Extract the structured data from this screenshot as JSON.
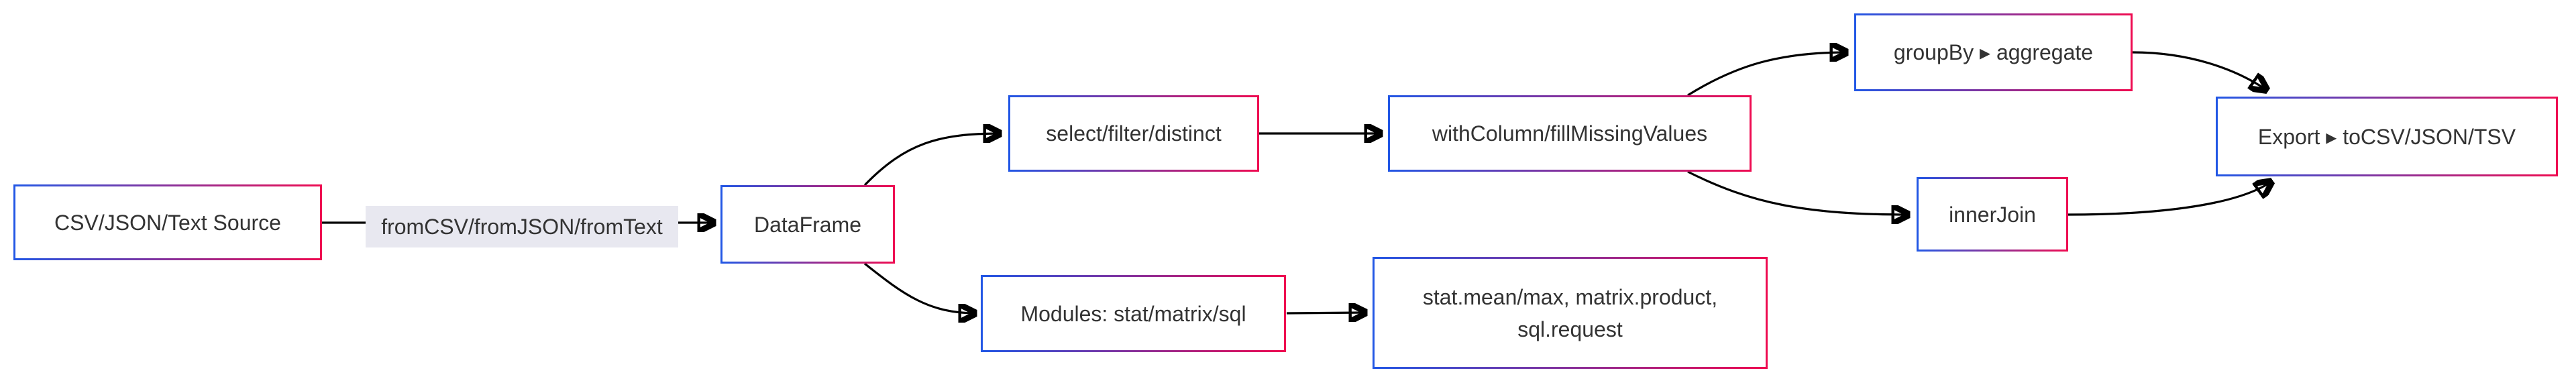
{
  "diagram": {
    "type": "flowchart-left-to-right",
    "background": "#ffffff",
    "node_style": {
      "fill": "#ffffff",
      "border_gradient_start": "#2257e5",
      "border_gradient_end": "#ee0b51",
      "text_color": "#333333"
    },
    "edge_style": {
      "line_color": "#000000",
      "arrowhead_color": "#000000",
      "label_background": "#e8e8f0"
    },
    "nodes": [
      {
        "id": "source",
        "label": "CSV/JSON/Text Source"
      },
      {
        "id": "dataframe",
        "label": "DataFrame"
      },
      {
        "id": "select",
        "label": "select/filter/distinct"
      },
      {
        "id": "withcolumn",
        "label": "withColumn/fillMissingValues"
      },
      {
        "id": "groupby",
        "label": "groupBy ▸ aggregate"
      },
      {
        "id": "innerjoin",
        "label": "innerJoin"
      },
      {
        "id": "export",
        "label": "Export ▸ toCSV/JSON/TSV"
      },
      {
        "id": "modules",
        "label": "Modules: stat/matrix/sql"
      },
      {
        "id": "module_funcs",
        "label": "stat.mean/max, matrix.product,\nsql.request"
      }
    ],
    "edges": [
      {
        "from": "source",
        "to": "dataframe",
        "label": "fromCSV/fromJSON/fromText"
      },
      {
        "from": "dataframe",
        "to": "select",
        "label": ""
      },
      {
        "from": "dataframe",
        "to": "modules",
        "label": ""
      },
      {
        "from": "select",
        "to": "withcolumn",
        "label": ""
      },
      {
        "from": "withcolumn",
        "to": "groupby",
        "label": ""
      },
      {
        "from": "withcolumn",
        "to": "innerjoin",
        "label": ""
      },
      {
        "from": "groupby",
        "to": "export",
        "label": ""
      },
      {
        "from": "innerjoin",
        "to": "export",
        "label": ""
      },
      {
        "from": "modules",
        "to": "module_funcs",
        "label": ""
      }
    ]
  }
}
